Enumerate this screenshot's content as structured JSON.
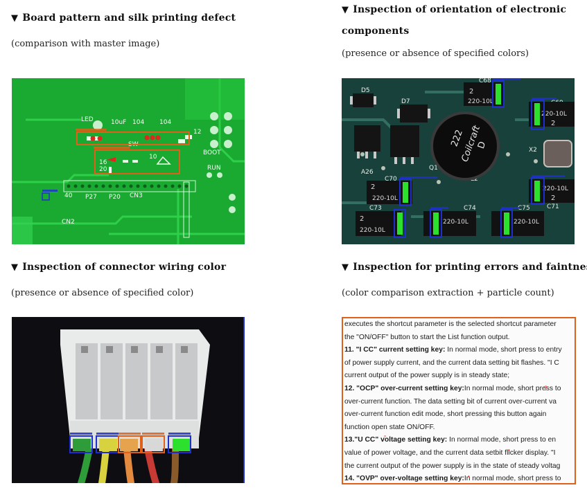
{
  "panels": {
    "board": {
      "title": "Board pattern and silk printing defect",
      "subtitle": "(comparison with master image)",
      "silk_labels": {
        "led": "LED",
        "uf": "10uF",
        "n104a": "104",
        "n104b": "104",
        "sw": "SW",
        "n16": "16",
        "n20": "20",
        "n10": "10",
        "boot": "BOOT",
        "run": "RUN",
        "n40": "40",
        "p27": "P27",
        "p20": "P20",
        "cn3": "CN3",
        "cn2": "CN2",
        "n12": "12"
      }
    },
    "components": {
      "title_line1": "Inspection of orientation of electronic",
      "title_line2": "components",
      "subtitle": "(presence or absence of specified colors)",
      "labels": {
        "d5": "D5",
        "d7": "D7",
        "c68": "C68",
        "c69": "C69",
        "x2": "X2",
        "a26": "A26",
        "q1": "Q1",
        "l2": "L2",
        "c70": "C70",
        "c73": "C73",
        "c74": "C74",
        "c75": "C75",
        "c71": "C71",
        "inductor_top": "222",
        "inductor_brand": "Coilcraft",
        "inductor_d": "D",
        "cap_value": "220-10L",
        "cap_value_flip": "220-10L",
        "cap_id": "2"
      }
    },
    "connector": {
      "title": "Inspection of connector wiring color",
      "subtitle": "(presence or absence of specified color)"
    },
    "printing": {
      "title": "Inspection for printing errors and faintness",
      "subtitle": "(color comparison extraction + particle count)",
      "lines": [
        {
          "b": "",
          "t": "executes the shortcut parameter is the selected shortcut parameter"
        },
        {
          "b": "",
          "t": "the \"ON/OFF\" button to start the List function output."
        },
        {
          "b": "11. \"I CC\" current setting key:",
          "t": " In normal mode, short press to entry"
        },
        {
          "b": "",
          "t": "of power supply current, and the current data setting bit flashes. \"I C"
        },
        {
          "b": "",
          "t": "current output of the power supply is in steady state;"
        },
        {
          "b": "12. \"OCP\" over-current setting key:",
          "t": "In normal mode, short press to"
        },
        {
          "b": "",
          "t": "over-current function. The data setting bit of current over-current va"
        },
        {
          "b": "",
          "t": "over-current function edit mode, short pressing this button again"
        },
        {
          "b": "",
          "t": "function open state ON/OFF."
        },
        {
          "b": "13.\"U CC\" voltage setting key:",
          "t": " In normal mode, short press to en"
        },
        {
          "b": "",
          "t": "value of power voltage, and the current data setbit flicker display. \"I"
        },
        {
          "b": "",
          "t": "the current output of the power supply is in the state of steady voltag"
        },
        {
          "b": "14. \"OVP\" over-voltage setting key:",
          "t": "In normal mode, short press to"
        }
      ]
    }
  },
  "colors": {
    "pcb_green": "#18b332",
    "detect_orange": "#e0601a",
    "detect_blue": "#1e2fcf",
    "highlight_green": "#2ee02e"
  }
}
